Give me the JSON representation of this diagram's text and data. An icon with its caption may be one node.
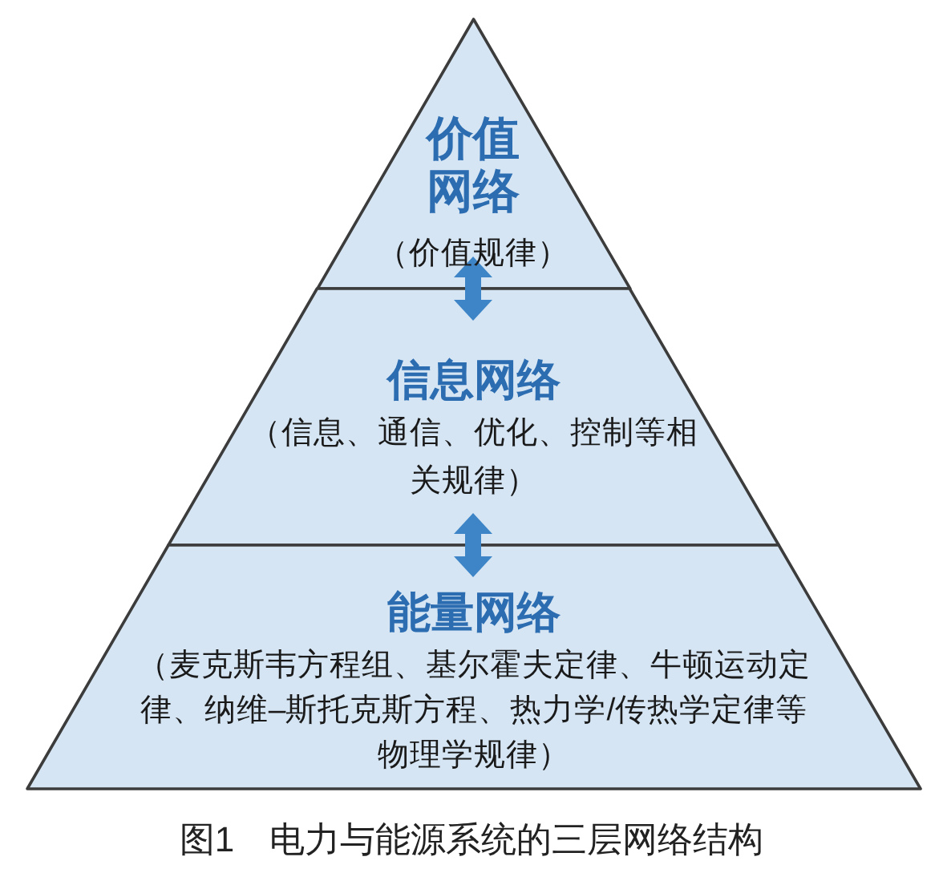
{
  "diagram": {
    "caption": "图1　电力与能源系统的三层网络结构",
    "nodes": [
      {
        "text": [
          "价值网络",
          "（价值规律）"
        ]
      },
      {
        "text": [
          "信息网络",
          "（信息、通信、优化、控制等相关规律）"
        ]
      },
      {
        "text": [
          "能量网络",
          "（麦克斯韦方程组、基尔霍夫定律、牛顿运动定律、纳维–斯托克斯方程、热力学/传热学定律等物理学规律）"
        ]
      }
    ],
    "edges": [
      {
        "from": 0,
        "to": 1,
        "arrow": "both"
      },
      {
        "from": 1,
        "to": 2,
        "arrow": "both"
      }
    ]
  }
}
